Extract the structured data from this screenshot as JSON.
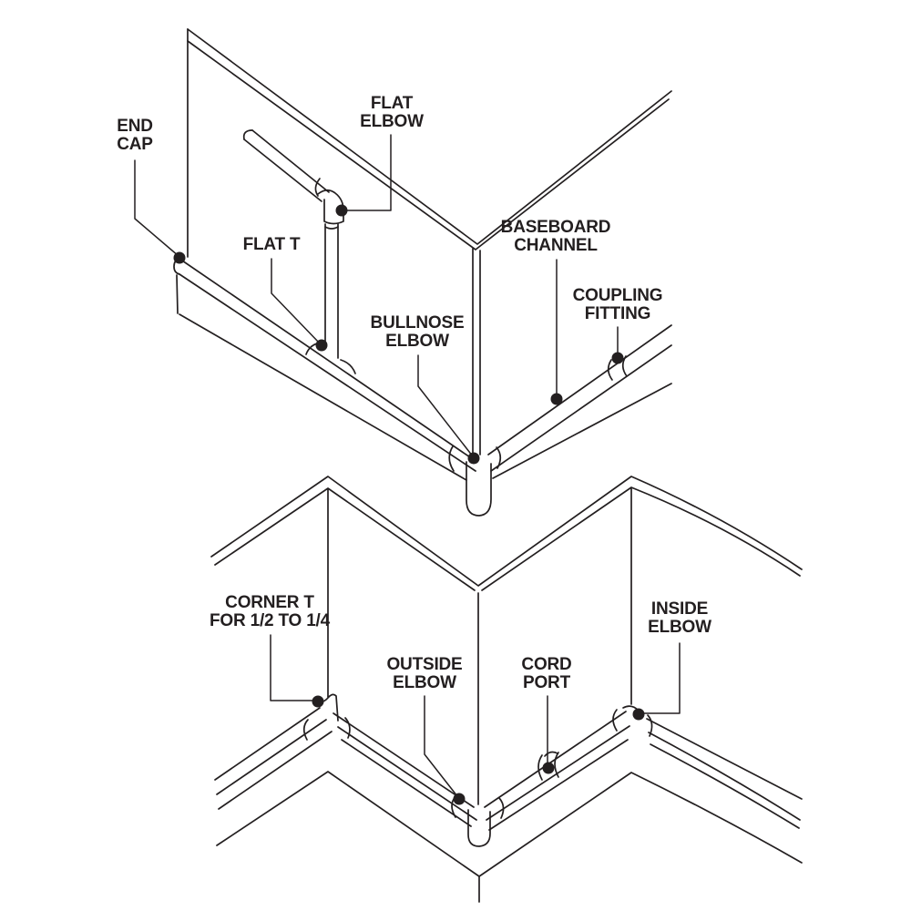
{
  "page": {
    "background": "#ffffff",
    "line_color": "#231f20",
    "label_color": "#231f20"
  },
  "diagram": {
    "labels": {
      "end_cap": {
        "line1": "END",
        "line2": "CAP"
      },
      "flat_elbow": {
        "line1": "FLAT",
        "line2": "ELBOW"
      },
      "flat_t": {
        "line1": "FLAT T"
      },
      "baseboard_channel": {
        "line1": "BASEBOARD",
        "line2": "CHANNEL"
      },
      "coupling_fitting": {
        "line1": "COUPLING",
        "line2": "FITTING"
      },
      "bullnose_elbow": {
        "line1": "BULLNOSE",
        "line2": "ELBOW"
      },
      "corner_t": {
        "line1": "CORNER T",
        "line2": "FOR 1/2 TO 1/4"
      },
      "outside_elbow": {
        "line1": "OUTSIDE",
        "line2": "ELBOW"
      },
      "cord_port": {
        "line1": "CORD",
        "line2": "PORT"
      },
      "inside_elbow": {
        "line1": "INSIDE",
        "line2": "ELBOW"
      }
    }
  }
}
